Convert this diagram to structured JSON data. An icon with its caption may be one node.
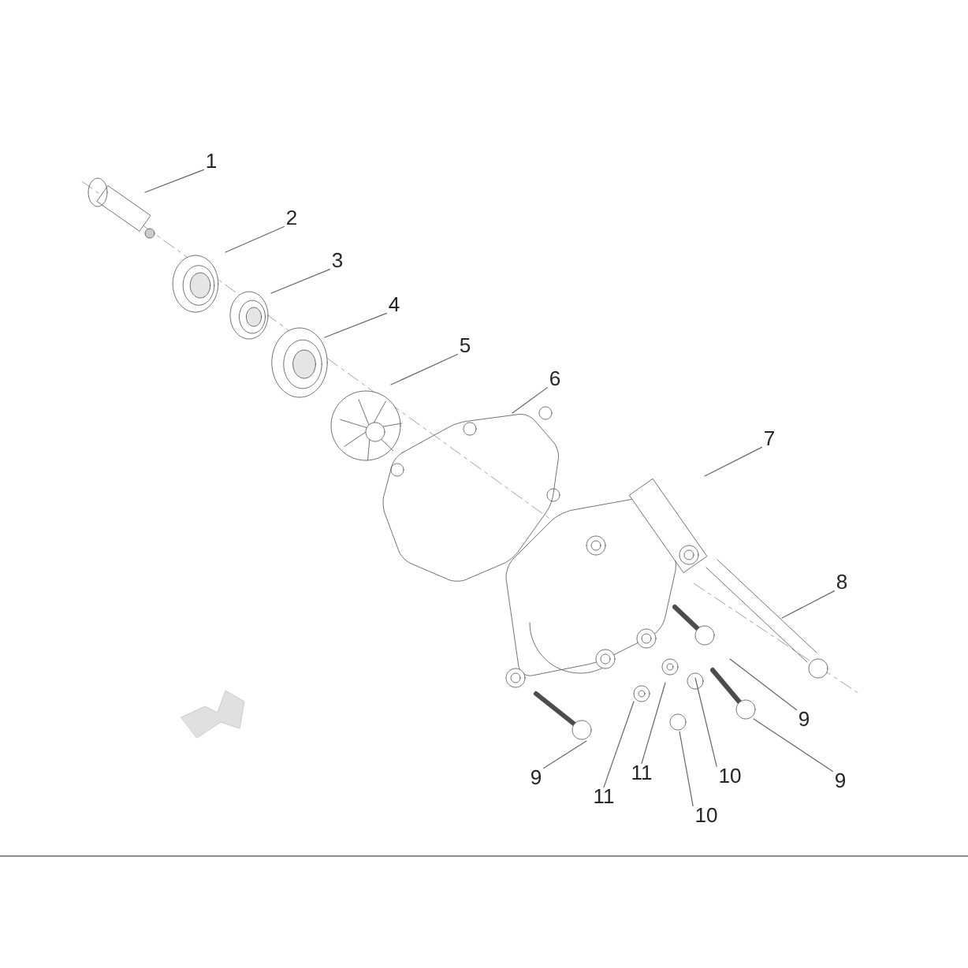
{
  "diagram": {
    "nodes": [
      {
        "text": [
          "1"
        ]
      },
      {
        "text": [
          "2"
        ]
      },
      {
        "text": [
          "3"
        ]
      },
      {
        "text": [
          "4"
        ]
      },
      {
        "text": [
          "5"
        ]
      },
      {
        "text": [
          "6"
        ]
      },
      {
        "text": [
          "7"
        ]
      },
      {
        "text": [
          "8"
        ]
      },
      {
        "text": [
          "9"
        ]
      },
      {
        "text": [
          "9"
        ]
      },
      {
        "text": [
          "9"
        ]
      },
      {
        "text": [
          "11"
        ]
      },
      {
        "text": [
          "11"
        ]
      },
      {
        "text": [
          "10"
        ]
      },
      {
        "text": [
          "10"
        ]
      }
    ],
    "edges": [
      {
        "from": 0,
        "to": null,
        "arrow": "none"
      },
      {
        "from": 1,
        "to": null,
        "arrow": "none"
      },
      {
        "from": 2,
        "to": null,
        "arrow": "none"
      },
      {
        "from": 3,
        "to": null,
        "arrow": "none"
      },
      {
        "from": 4,
        "to": null,
        "arrow": "none"
      },
      {
        "from": 5,
        "to": null,
        "arrow": "none"
      },
      {
        "from": 6,
        "to": null,
        "arrow": "none"
      },
      {
        "from": 7,
        "to": null,
        "arrow": "none"
      },
      {
        "from": 8,
        "to": null,
        "arrow": "none"
      },
      {
        "from": 9,
        "to": null,
        "arrow": "none"
      },
      {
        "from": 10,
        "to": null,
        "arrow": "none"
      },
      {
        "from": 11,
        "to": null,
        "arrow": "none"
      },
      {
        "from": 12,
        "to": null,
        "arrow": "none"
      },
      {
        "from": 13,
        "to": null,
        "arrow": "none"
      },
      {
        "from": 14,
        "to": null,
        "arrow": "none"
      }
    ]
  }
}
